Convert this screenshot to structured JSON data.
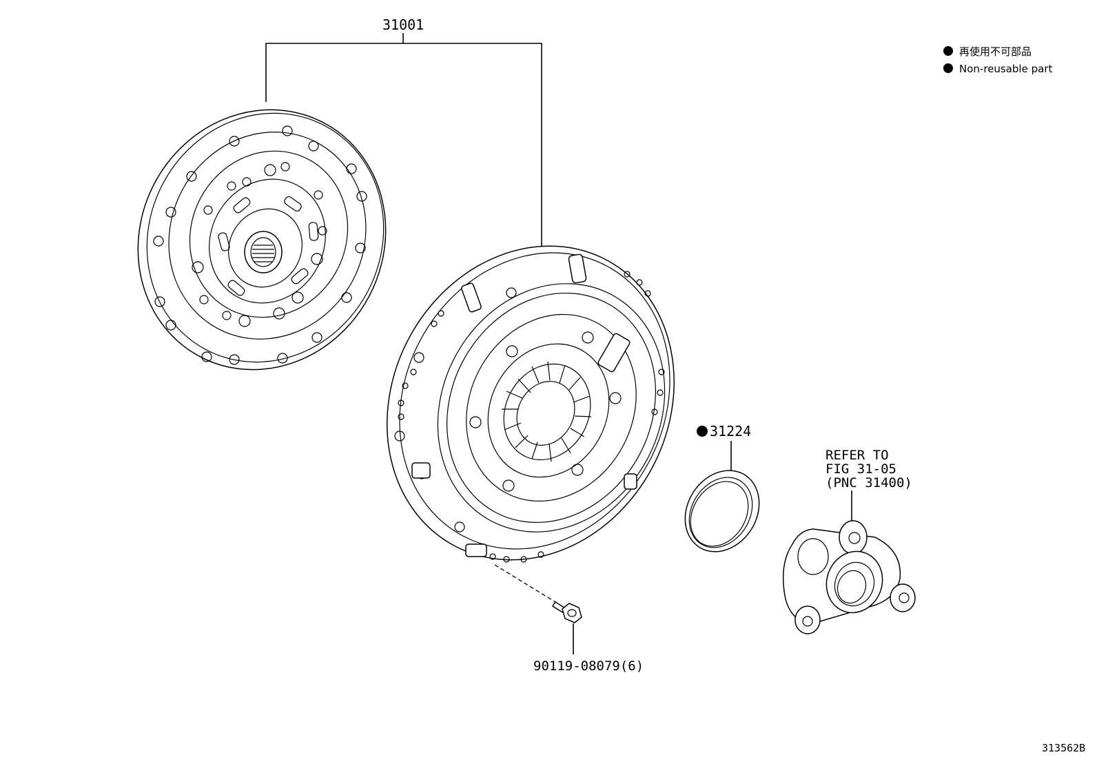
{
  "legend": {
    "items": [
      {
        "icon": "filled-circle-icon",
        "text": "再使用不可部品"
      },
      {
        "icon": "filled-circle-icon",
        "text": "Non-reusable part"
      }
    ]
  },
  "callouts": {
    "clutch_set": "31001",
    "seal": "31224",
    "bolt": "90119-08079(6)",
    "refer_line1": "REFER TO",
    "refer_line2": "FIG 31-05",
    "refer_line3": "(PNC 31400)"
  },
  "diagram_code": "313562B"
}
